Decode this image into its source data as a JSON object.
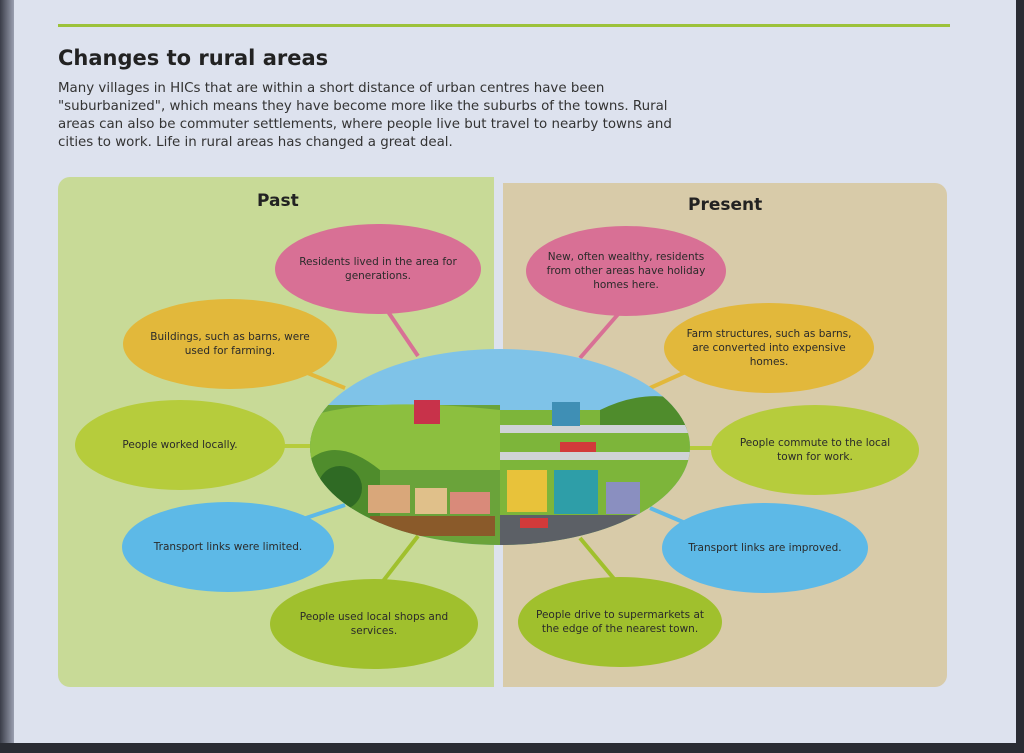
{
  "title": "Changes to rural areas",
  "intro": "Many villages in HICs that are within a short distance of urban centres have been \"suburbanized\", which means they have become more like the suburbs of the towns. Rural areas can also be commuter settlements, where people live but travel to nearby towns and cities to work. Life in rural areas has changed a great deal.",
  "past": {
    "title": "Past",
    "bubbles": [
      "Residents lived in the area for generations.",
      "Buildings, such as barns, were used for farming.",
      "People worked locally.",
      "Transport links were limited.",
      "People used local shops and services."
    ]
  },
  "present": {
    "title": "Present",
    "bubbles": [
      "New, often wealthy, residents from other areas have holiday homes here.",
      "Farm structures, such as barns, are converted into expensive homes.",
      "People commute to the local town for work.",
      "Transport links are improved.",
      "People drive to supermarkets at the edge of the nearest town."
    ]
  },
  "colors": {
    "pink": "#d87095",
    "yellow": "#e2b83b",
    "green": "#b6cc3c",
    "blue": "#5db9e7",
    "olive": "#a0c02d"
  }
}
